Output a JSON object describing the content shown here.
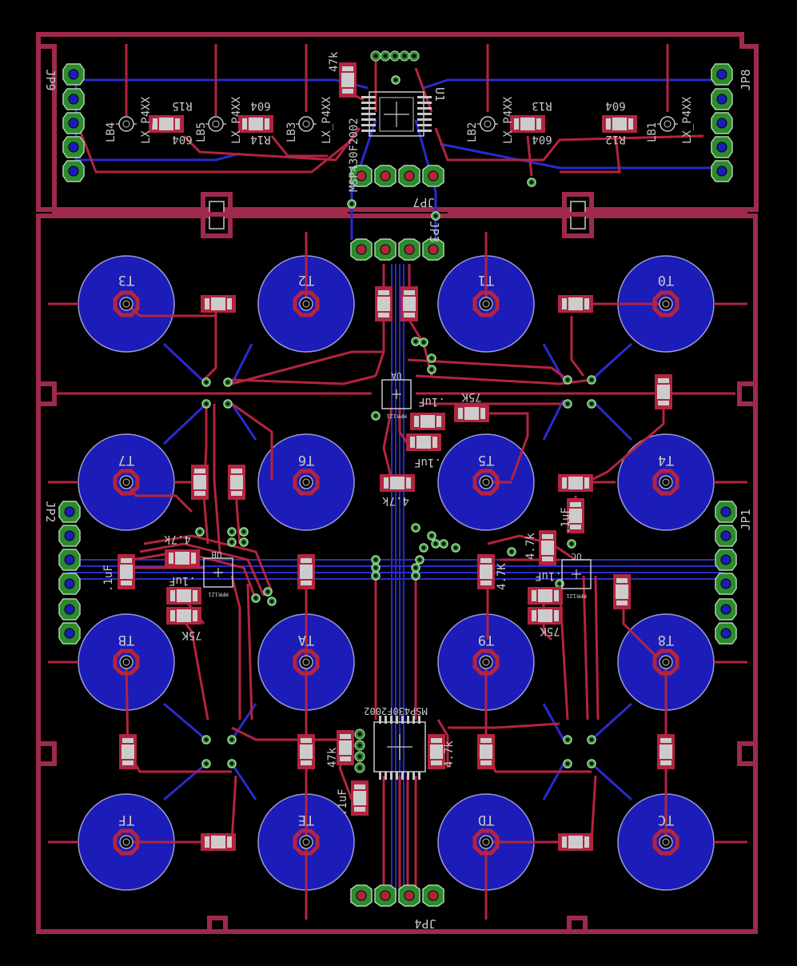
{
  "board": {
    "colors": {
      "background": "#000000",
      "outline": "#9e2a4b",
      "top_copper": "#b3243f",
      "bottom_copper": "#2a2ad0",
      "touch_pad": "#1c1cb8",
      "via": "#2d8a2d",
      "silkscreen": "#c8c8c8"
    },
    "touch_pads": [
      "T3",
      "T2",
      "T1",
      "T0",
      "T7",
      "T6",
      "T5",
      "T4",
      "TB",
      "TA",
      "T9",
      "T8",
      "TF",
      "TE",
      "TD",
      "TC"
    ],
    "headers": {
      "jp9": "JP9",
      "jp8": "JP8",
      "jp7": "JP7",
      "jp3": "JP3",
      "jp2": "JP2",
      "jp1": "JP1",
      "jp4": "JP4"
    },
    "chips": {
      "u1": "U1",
      "u1_part": "MSP430F2002",
      "ua": "UA",
      "ub": "UB",
      "uc": "UC",
      "bottom_part": "MSP430F2002",
      "ua_sub": "MPR121",
      "ub_sub": "MPR121",
      "uc_sub": "MPR121"
    },
    "leds": {
      "lb1": "LB1",
      "lb2": "LB2",
      "lb3": "LB3",
      "lb4": "LB4",
      "lb5": "LB5",
      "led_part": "LX_P4XX"
    },
    "resistors": {
      "r12": "R12",
      "r13": "R13",
      "r14": "R14",
      "r15": "R15",
      "val_604": "604",
      "val_47k": "47k",
      "val_75k": "75K",
      "val_4_7k": "4.7k",
      "val_4_7k_b": "4.7K",
      "val_1uf": ".1uF"
    }
  }
}
